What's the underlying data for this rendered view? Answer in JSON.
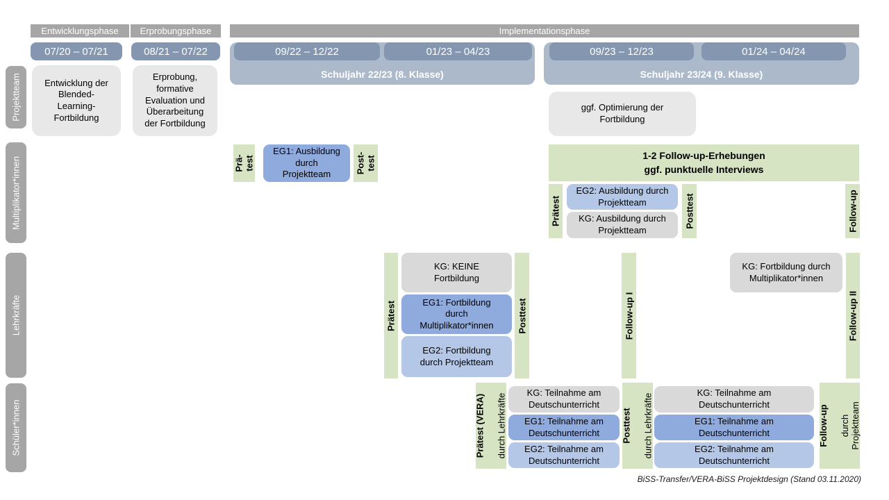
{
  "caption": "BiSS-Transfer/VERA-BiSS Projektdesign (Stand 03.11.2020)",
  "colors": {
    "phase_bar": "#a6a6a6",
    "date_bar": "#8496b0",
    "school_year_bar": "#acb9ca",
    "project_box": "#e9e8e8",
    "kg_box": "#d9d9d9",
    "eg1_box": "#8faadc",
    "eg2_box": "#b4c7e7",
    "test_band_green": "#d7e4c3",
    "sidebar_bar": "#a6a6a6"
  },
  "phases": {
    "entwicklung": "Entwicklungsphase",
    "erprobung": "Erprobungsphase",
    "implementation": "Implementationsphase"
  },
  "dates": {
    "d1": "07/20 – 07/21",
    "d2": "08/21 – 07/22",
    "d3": "09/22 – 12/22",
    "d4": "01/23 – 04/23",
    "d5": "09/23 – 12/23",
    "d6": "01/24 – 04/24"
  },
  "school_years": {
    "y1": "Schuljahr 22/23 (8. Klasse)",
    "y2": "Schuljahr 23/24 (9. Klasse)"
  },
  "sidebar": {
    "row1": "Projektteam",
    "row2": "Multiplikator*innen",
    "row3": "Lehrkräfte",
    "row4": "Schüler*innen"
  },
  "projektteam": {
    "entwicklung_box": "Entwicklung der\nBlended-\nLearning-\nFortbildung",
    "erprobung_box": "Erprobung,\nformative\nEvaluation und\nÜberarbeitung\nder Fortbildung",
    "optimierung_box": "ggf. Optimierung der\nFortbildung"
  },
  "multiplikatoren": {
    "praetest_1": "Prä-\ntest",
    "eg1": "EG1: Ausbildung\ndurch\nProjektteam",
    "posttest_1": "Post-\ntest",
    "followup_header": "1-2 Follow-up-Erhebungen\nggf. punktuelle Interviews",
    "praetest_2": "Prätest",
    "eg2": "EG2: Ausbildung durch\nProjektteam",
    "kg": "KG: Ausbildung durch\nProjektteam",
    "posttest_2": "Posttest",
    "followup": "Follow-up"
  },
  "lehrkraefte": {
    "praetest": "Prätest",
    "kg": "KG: KEINE\nFortbildung",
    "eg1": "EG1: Fortbildung\ndurch\nMultiplikator*innen",
    "eg2": "EG2: Fortbildung\ndurch Projektteam",
    "posttest": "Posttest",
    "followup1": "Follow-up I",
    "kg2": "KG: Fortbildung durch\nMultiplikator*innen",
    "followup2": "Follow-up II"
  },
  "schueler": {
    "praetest_bold": "Prätest (VERA)",
    "praetest_sub": "durch Lehrkräfte",
    "kg": "KG: Teilnahme am\nDeutschunterricht",
    "eg1": "EG1: Teilnahme am\nDeutschunterricht",
    "eg2": "EG2: Teilnahme am\nDeutschunterricht",
    "posttest_bold": "Posttest",
    "posttest_sub": "durch Lehrkräfte",
    "followup_bold": "Follow-up",
    "followup_sub": "durch\nProjektteam"
  }
}
